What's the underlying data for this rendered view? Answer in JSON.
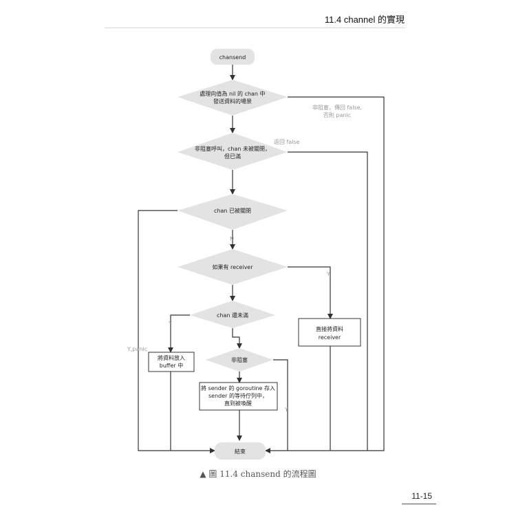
{
  "header": {
    "title": "11.4 channel 的實現"
  },
  "flowchart": {
    "start": "chansend",
    "d1_line1": "處理向值為 nil 的 chan 中",
    "d1_line2": "發送資料的場景",
    "d2_line1": "非阻塞呼叫，chan 未被關閉，",
    "d2_line2": "但已滿",
    "d3": "chan 已被關閉",
    "d4": "如果有 receiver",
    "d5": "chan 還未滿",
    "d6": "非阻塞",
    "box_buffer_line1": "將資料放入",
    "box_buffer_line2": "buffer 中",
    "box_receiver_line1": "直接將資料",
    "box_receiver_line2": "receiver",
    "box_sender_line1": "將 sender 的 goroutine 存入",
    "box_sender_line2": "sender 的等待佇列中，",
    "box_sender_line3": "直到被喚醒",
    "end": "結束",
    "note_nil_line1": "非阻塞，傳回 false,",
    "note_nil_line2": "否則 panic",
    "note_return_false": "返回 false",
    "label_n": "N",
    "label_y_receiver": "Y",
    "label_y_buffer": "Y",
    "label_y_panic": "Y,panic",
    "label_y_nonblock": "Y"
  },
  "caption": "▲ 圖 11.4 chansend 的流程圖",
  "page_number": "11-15"
}
